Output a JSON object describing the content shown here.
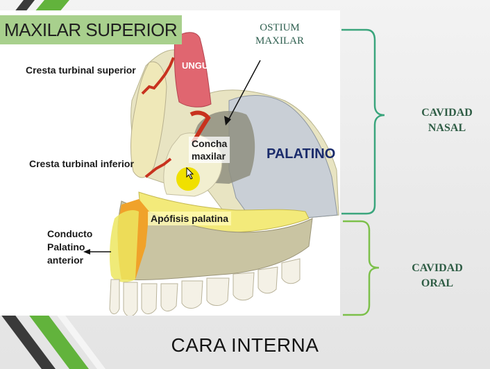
{
  "slide": {
    "title": "CARA INTERNA",
    "accent_green": "#62b33c",
    "dark_accent": "#3a3a3a"
  },
  "figure": {
    "banner": "MAXILAR SUPERIOR",
    "labels": {
      "cresta_superior": "Cresta turbinal superior",
      "unguis": "UNGUIS",
      "ostium_line1": "OSTIUM",
      "ostium_line2": "MAXILAR",
      "concha_line1": "Concha",
      "concha_line2": "maxilar",
      "palatino": "PALATINO",
      "cresta_inferior": "Cresta turbinal inferior",
      "apofisis": "Apófisis palatina",
      "conducto_line1": "Conducto",
      "conducto_line2": "Palatino",
      "conducto_line3": "anterior"
    }
  },
  "regions": {
    "nasal_line1": "CAVIDAD",
    "nasal_line2": "NASAL",
    "oral_line1": "CAVIDAD",
    "oral_line2": "ORAL",
    "nasal_brace_color": "#3aa57c",
    "oral_brace_color": "#7cc04a"
  }
}
